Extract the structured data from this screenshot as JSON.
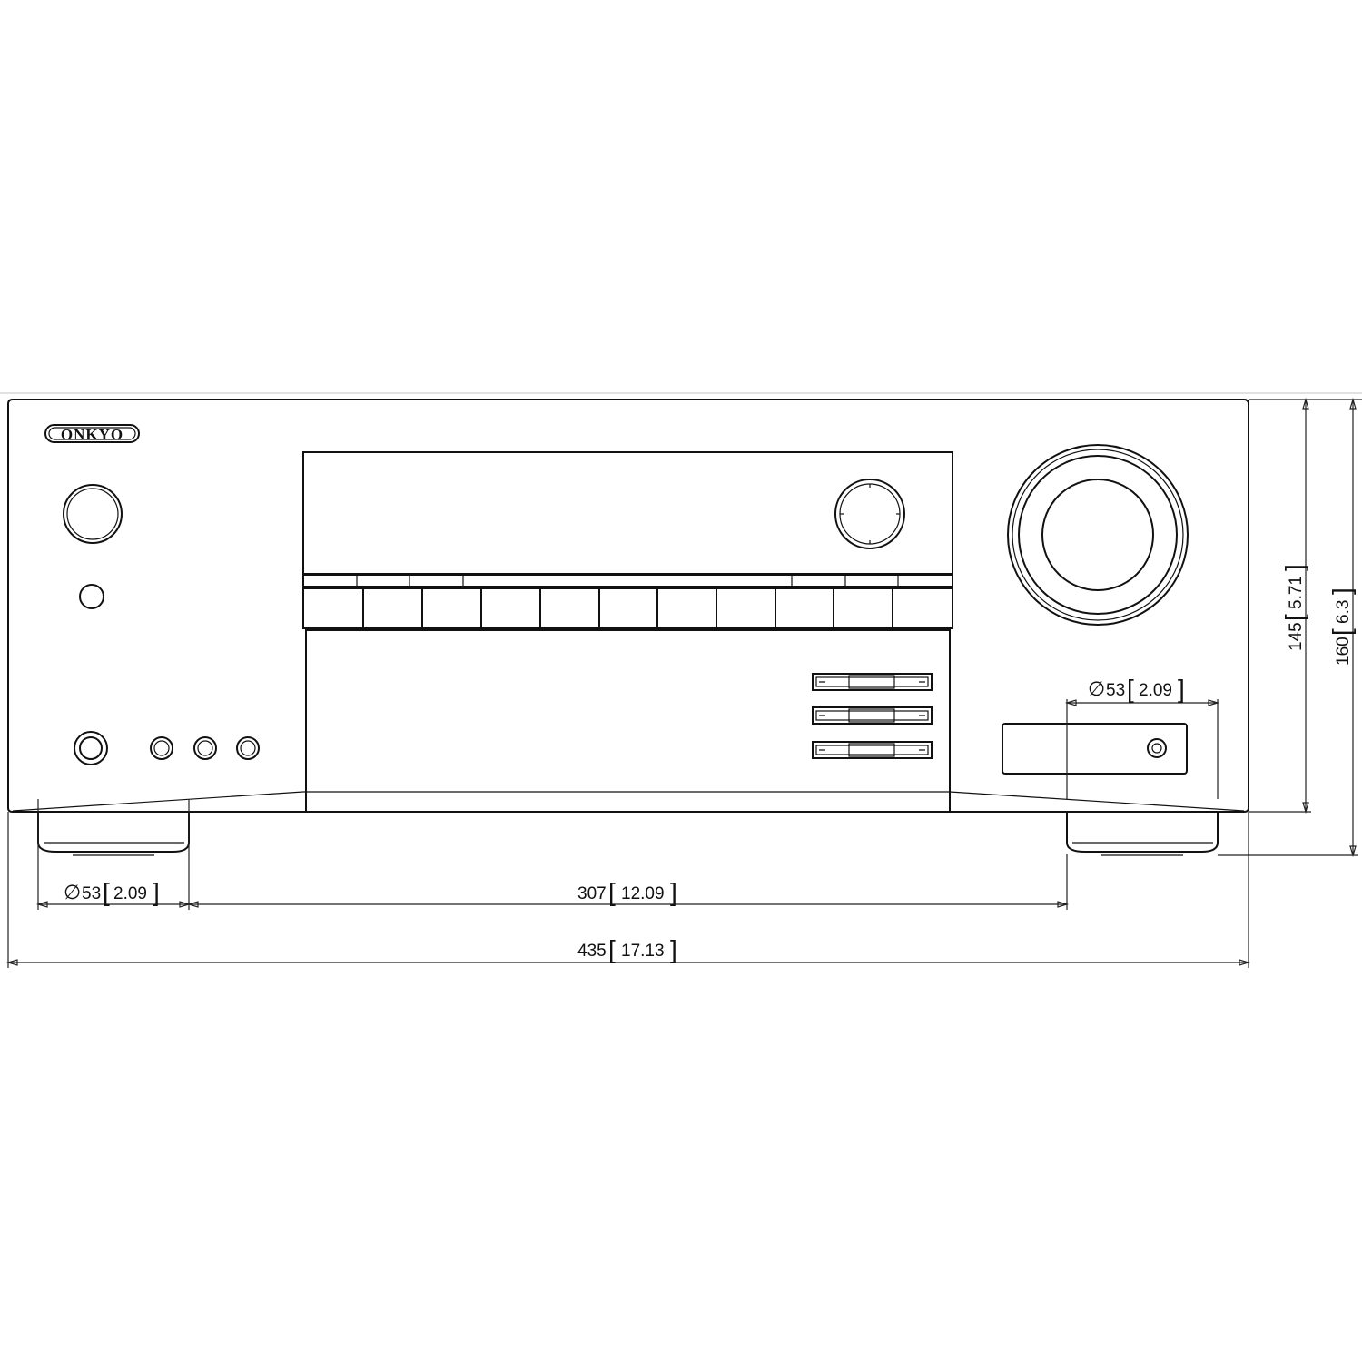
{
  "brand": {
    "logo_text": "ONKYO"
  },
  "dimensions": {
    "foot_diameter_left": {
      "symbol": "∅",
      "mm": "53",
      "inch": "2.09"
    },
    "foot_spacing": {
      "mm": "307",
      "inch": "12.09"
    },
    "overall_width": {
      "mm": "435",
      "inch": "17.13"
    },
    "foot_diameter_right": {
      "symbol": "∅",
      "mm": "53",
      "inch": "2.09"
    },
    "body_height": {
      "mm": "145",
      "inch": "5.71"
    },
    "total_height": {
      "mm": "160",
      "inch": "6.3"
    }
  },
  "colors": {
    "line": "#111111",
    "guide": "#cfcfcf",
    "background": "#ffffff"
  }
}
